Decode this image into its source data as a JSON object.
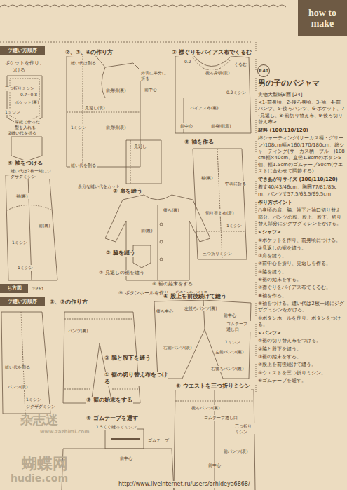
{
  "diagram": {
    "nodes": [
      {
        "text": [
          "how to make"
        ]
      },
      {
        "text": [
          "P.40"
        ]
      },
      {
        "text": [
          "ツ縫い方順序"
        ]
      },
      {
        "text": [
          "ち方図"
        ]
      },
      {
        "text": [
          "ツ縫い方順序"
        ]
      }
    ],
    "labels": [
      "男の子のパジャマ",
      "実物大型紙B面 [24]",
      "<1-前身頃、2-後ろ身頃、3-袖、4-前パンツ、5-後ろパンツ、6-ポケット、7-見返し、8-前切り替え布、9-後ろ切り替え布>",
      "材料 (100/110/120)",
      "綿シャーティング(サーカス柄・グリーン)108cm幅×160/170/180cm、綿シャーティング(サーカス柄・ブルー)108cm幅×40cm、直径1.8cmのボタン5個、幅1.5cmのゴムテープ50cm(ウエストに合わせて調節する)",
      "できあがりサイズ (100/110/120)",
      "着丈40/43/46cm、胸囲77/81/85cm、パンツ丈57.5/63.5/69.5cm",
      "作り方ポイント",
      "○身頃の肩、脇、袖下と袖口切り替え部分、パンツの股、股上、股下、切り替え部分にジグザグミシンをかける。",
      "<シャツ>",
      "①ポケットを作り、前身頃につける。",
      "②見返しの裾を縫う。",
      "③肩を縫う。",
      "④前中心を折り、見返しを作る。",
      "⑤脇を縫う。",
      "⑥裾の始末をする。",
      "⑦襟ぐりをバイアス布でくるむ。",
      "⑧袖を作る。",
      "⑨袖をつける。縫い代は2枚一緒にジグザグミシンをかける。",
      "⑩ボタンホールを作り、ボタンをつける。",
      "<パンツ>",
      "①裾の切り替え布をつける。",
      "②脇と股下を縫う。",
      "③裾の始末をする。",
      "④股上を前後続けて縫う。",
      "⑤ウエストを三つ折りミシン。",
      "⑥ゴムテープを通す。",
      "②、③、④の作り方",
      "⑦ 襟ぐりをバイアス布でくるむ",
      "ポケットを作り、",
      "つける",
      "三つ折りミシン",
      "0.7~0.8",
      "ポケット(裏)",
      "1ミシン",
      "厚紙で作った型を入れる",
      "②縫い代を折る",
      "縫い代は割る",
      "外表に半分に折る",
      "前中心",
      "前身頃(裏)",
      "見返し(表)",
      "1ミシン",
      "前身頃(表)",
      "縫い代を割る",
      "見返し",
      "余分な縫い代をカット",
      "後ろ身頃(表)",
      "0.2",
      "くるむ",
      "0.2ミシン",
      "バイアス布(裏)",
      "前中心",
      "前身頃(表)",
      "⑧ 袖を作る",
      "袖(裏)",
      "中表に折る",
      "切り替え布(表)",
      "1ミシン",
      "三つ折りミシン",
      "⑥ 袖をつける",
      "縫い代は2枚一緒にジグザグミシン",
      "袖(裏)",
      "前(裏)",
      "1ミシン",
      "1ミシン",
      "③ 肩を縫う",
      "後ろ(裏)",
      "前(裏)",
      "⑤ 脇を縫う",
      "② 見返しの裾を縫う",
      "⑥ 裾の始末をする",
      "⑨ ボタンホールを作り、ボタンをつける",
      "☞P.61",
      "②、③の作り方",
      "④ 股上を前後続けて縫う",
      "後ろ中心",
      "左後ろパンツ(裏)",
      "前中心",
      "ゴムテープ通し口",
      "右前パンツ(表)",
      "左前パンツ(裏)",
      "1ミシン",
      "右後ろパンツ(裏)",
      "パンツ(裏)",
      "② 脇と股下を縫う",
      "① 裾の切り替え布をつける",
      "③ 裾の始末をする",
      "⑥ ゴムテープを通す",
      "1.5くぐ縫ってミシン",
      "ゴムテープ",
      "前中心",
      "縫い代を割る",
      "パンツ(表)",
      "1ミシン",
      "ジグザグミシン",
      "⑤ ウエストを三つ折りミシン",
      "後ろパンツ(裏)",
      "ゴムテープ通し口",
      "三つ折りミシン",
      "前パンツ(表)",
      "前中心",
      "杂志迷",
      "www.zazhimi.com",
      "蝴蝶网",
      "hudie.com",
      "http://www.liveinternet.ru/users/orhideya6868/"
    ]
  }
}
